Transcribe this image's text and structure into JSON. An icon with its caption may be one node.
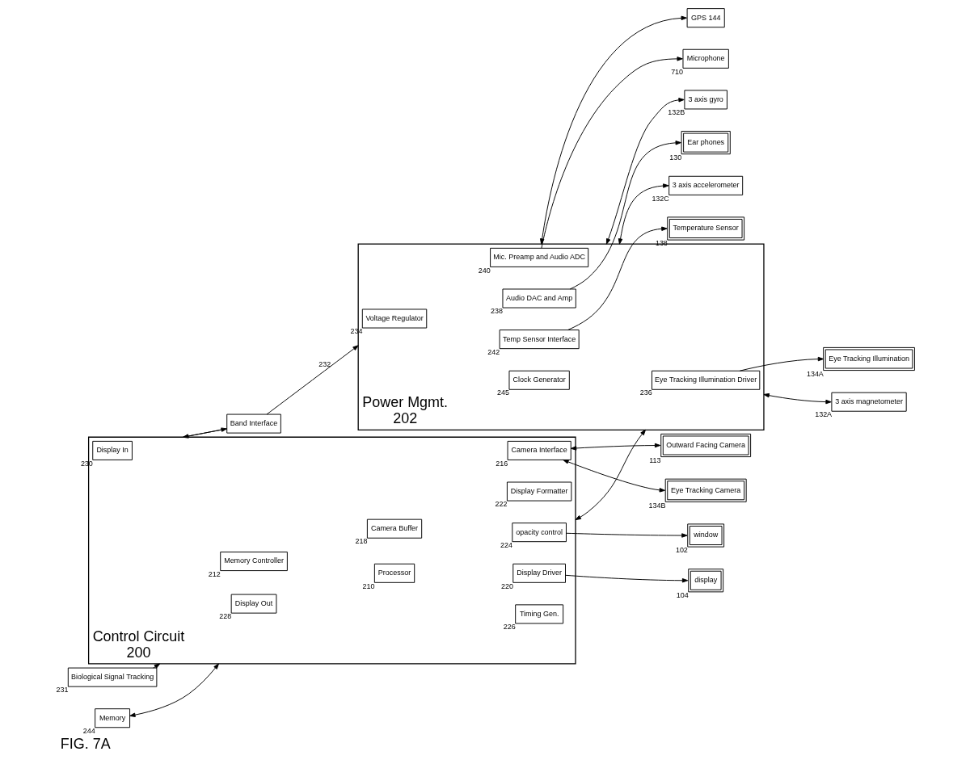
{
  "diagram": {
    "caption": "FIG. 7A",
    "nodes": [
      {
        "text": [
          "Biological Signal Tracking"
        ],
        "beside": [
          "231"
        ]
      },
      {
        "text": [
          "Memory"
        ],
        "beside": [
          "244"
        ]
      },
      {
        "text": [
          "Control Circuit"
        ],
        "beside": [
          "200"
        ]
      },
      {
        "text": [
          "Camera Buffer"
        ],
        "in": 2,
        "beside": [
          "218"
        ]
      },
      {
        "text": [
          "Camera Interface"
        ],
        "in": 2,
        "beside": [
          "216"
        ]
      },
      {
        "text": [
          "Memory Controller"
        ],
        "in": 2,
        "beside": [
          "212"
        ]
      },
      {
        "text": [
          "Display Driver"
        ],
        "in": 2,
        "beside": [
          "220"
        ]
      },
      {
        "text": [
          "Processor"
        ],
        "in": 2,
        "beside": [
          "210"
        ]
      },
      {
        "text": [
          "Display Out"
        ],
        "in": 2,
        "beside": [
          "228"
        ]
      },
      {
        "text": [
          "Display Formatter"
        ],
        "in": 2,
        "beside": [
          "222"
        ]
      },
      {
        "text": [
          "Display In"
        ],
        "in": 2,
        "beside": [
          "230"
        ]
      },
      {
        "text": [
          "Timing Gen."
        ],
        "in": 2,
        "beside": [
          "226"
        ]
      },
      {
        "text": [
          "opacity control"
        ],
        "in": 2,
        "beside": [
          "224"
        ]
      },
      {
        "text": [
          "Band Interface"
        ]
      },
      {
        "text": [
          "Outward Facing Camera"
        ],
        "beside": [
          "113"
        ]
      },
      {
        "text": [
          "Eye Tracking Camera"
        ],
        "beside": [
          "134B"
        ]
      },
      {
        "text": [
          "display"
        ],
        "beside": [
          "104"
        ]
      },
      {
        "text": [
          "window"
        ],
        "beside": [
          "102"
        ]
      },
      {
        "text": [
          "Power Mgmt."
        ],
        "beside": [
          "202"
        ]
      },
      {
        "text": [
          "Clock Generator"
        ],
        "in": 18,
        "beside": [
          "245"
        ]
      },
      {
        "text": [
          "Eye Tracking Illumination Driver"
        ],
        "in": 18,
        "beside": [
          "236"
        ]
      },
      {
        "text": [
          "Audio DAC and Amp"
        ],
        "in": 18,
        "beside": [
          "238"
        ]
      },
      {
        "text": [
          "Mic. Preamp and Audio ADC"
        ],
        "in": 18,
        "beside": [
          "240"
        ]
      },
      {
        "text": [
          "Voltage Regulator"
        ],
        "in": 18,
        "beside": [
          "234"
        ]
      },
      {
        "text": [
          "Temp Sensor Interface"
        ],
        "in": 18,
        "beside": [
          "242"
        ]
      },
      {
        "text": [
          "Eye Tracking Illumination"
        ],
        "beside": [
          "134A"
        ]
      },
      {
        "text": [
          "Ear phones"
        ],
        "beside": [
          "130"
        ]
      },
      {
        "text": [
          "Microphone"
        ],
        "beside": [
          "710"
        ]
      },
      {
        "text": [
          "Temperature Sensor"
        ],
        "beside": [
          "138"
        ]
      },
      {
        "text": [
          "GPS 144"
        ]
      },
      {
        "text": [
          "3 axis gyro"
        ],
        "beside": [
          "132B"
        ]
      },
      {
        "text": [
          "3 axis magnetometer"
        ],
        "beside": [
          "132A"
        ]
      },
      {
        "text": [
          "3 axis accelerometer"
        ],
        "beside": [
          "132C"
        ]
      }
    ],
    "edges": [
      {
        "from": 0,
        "to": 2,
        "arrow": "to"
      },
      {
        "from": 1,
        "to": 2,
        "arrow": "both"
      },
      {
        "from": 2,
        "to": 13,
        "arrow": "to"
      },
      {
        "from": 13,
        "to": 2,
        "arrow": "to"
      },
      {
        "from": 4,
        "to": 14,
        "arrow": "both"
      },
      {
        "from": 4,
        "to": 15,
        "arrow": "both"
      },
      {
        "from": 6,
        "to": 16,
        "arrow": "to"
      },
      {
        "from": 12,
        "to": 17,
        "arrow": "to"
      },
      {
        "from": 2,
        "to": 18,
        "arrow": "both"
      },
      {
        "from": 20,
        "to": 25,
        "arrow": "to"
      },
      {
        "from": 21,
        "to": 26,
        "arrow": "to"
      },
      {
        "from": 22,
        "to": 27,
        "arrow": "to"
      },
      {
        "from": 24,
        "to": 28,
        "arrow": "to"
      },
      {
        "from": 13,
        "to": 18,
        "arrow": "to",
        "label": "232"
      },
      {
        "from": 18,
        "to": 31,
        "arrow": "both"
      },
      {
        "from": 18,
        "to": 29,
        "arrow": "both"
      },
      {
        "from": 18,
        "to": 30,
        "arrow": "both"
      },
      {
        "from": 18,
        "to": 32,
        "arrow": "both"
      }
    ]
  }
}
